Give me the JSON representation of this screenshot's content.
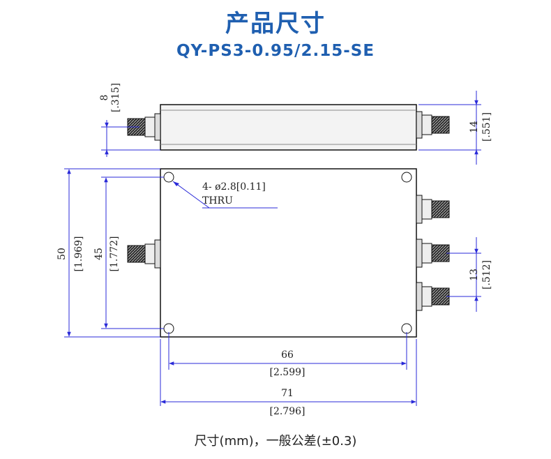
{
  "header": {
    "title": "产品尺寸",
    "model": "QY-PS3-0.95/2.15-SE"
  },
  "drawing": {
    "hole_note_line1": "4- ø2.8[0.11]",
    "hole_note_line2": "THRU",
    "dims": {
      "connector_offset": {
        "mm": "8",
        "inch": "[.315]"
      },
      "body_thickness": {
        "mm": "14",
        "inch": "[.551]"
      },
      "height_total": {
        "mm": "50",
        "inch": "[1.969]"
      },
      "height_holes": {
        "mm": "45",
        "inch": "[1.772]"
      },
      "port_pitch": {
        "mm": "13",
        "inch": "[.512]"
      },
      "width_holes": {
        "mm": "66",
        "inch": "[2.599]"
      },
      "width_total": {
        "mm": "71",
        "inch": "[2.796]"
      }
    },
    "colors": {
      "dimension": "#2a2ad8",
      "outline": "#111111",
      "body_fill": "#f3f3f3",
      "title": "#1f5fb0"
    }
  },
  "footer": {
    "caption": "尺寸(mm)，一般公差(±0.3)"
  }
}
